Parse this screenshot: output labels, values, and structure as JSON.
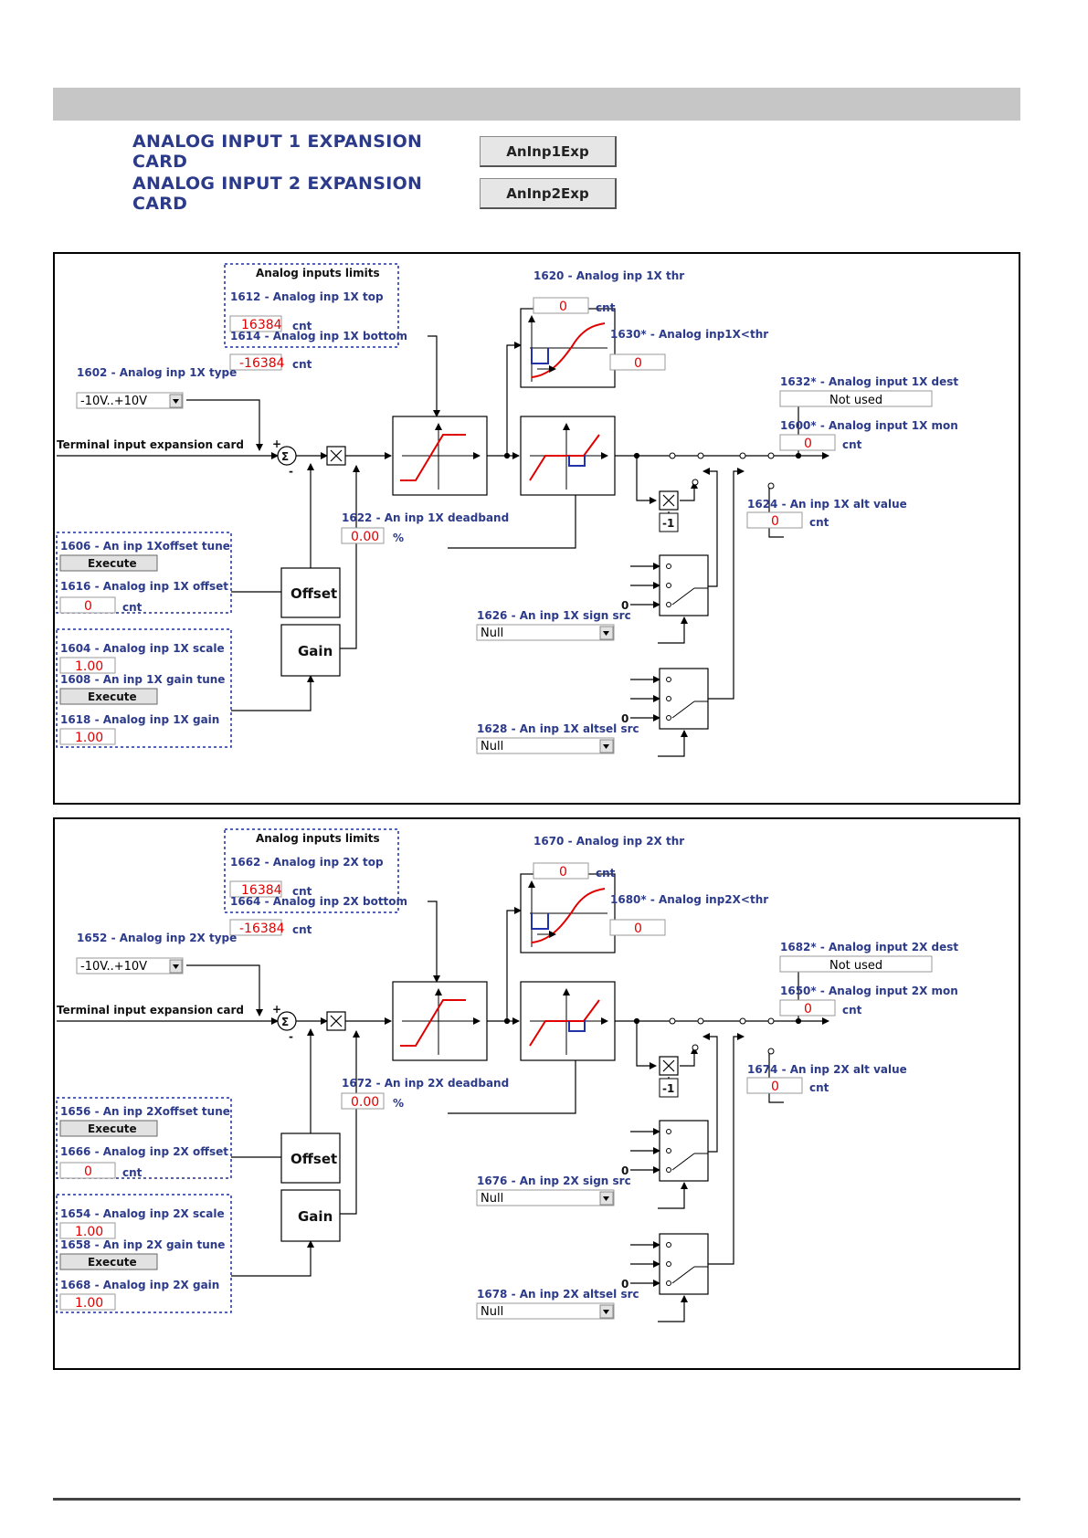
{
  "header": {
    "rows": [
      {
        "label": "ANALOG INPUT 1 EXPANSION CARD",
        "button": "AnInp1Exp"
      },
      {
        "label": "ANALOG INPUT 2 EXPANSION CARD",
        "button": "AnInp2Exp"
      }
    ]
  },
  "common": {
    "limits_title": "Analog inputs limits",
    "terminal_label": "Terminal input expansion card",
    "execute": "Execute",
    "offset_block": "Offset",
    "gain_block": "Gain",
    "neg_one": "-1",
    "sigma": "Σ",
    "plus": "+",
    "minus": "-",
    "zero": "0",
    "unit_cnt": "cnt",
    "unit_pct": "%",
    "colors": {
      "accent": "#2c3a8a",
      "value": "#e00000",
      "curve": "#e00000",
      "threshold": "#2233aa"
    }
  },
  "panels": [
    {
      "top_label": "1612 - Analog inp 1X top",
      "top_value": "16384",
      "bottom_label": "1614 - Analog inp 1X bottom",
      "bottom_value": "-16384",
      "type_label": "1602 - Analog inp 1X type",
      "type_value": "-10V..+10V",
      "thr_label": "1620 - Analog inp 1X thr",
      "thr_value": "0",
      "cmp_label": "1630* - Analog inp1X<thr",
      "cmp_value": "0",
      "dest_label": "1632* - Analog input 1X dest",
      "dest_value": "Not used",
      "mon_label": "1600* - Analog input 1X mon",
      "mon_value": "0",
      "alt_label": "1624 - An inp 1X alt value",
      "alt_value": "0",
      "deadband_label": "1622 - An inp 1X deadband",
      "deadband_value": "0.00",
      "offset_tune_label": "1606 - An inp 1Xoffset tune",
      "offset_label": "1616 - Analog inp 1X offset",
      "offset_value": "0",
      "scale_label": "1604 - Analog inp 1X scale",
      "scale_value": "1.00",
      "gain_tune_label": "1608 - An inp 1X gain tune",
      "gain_label": "1618 - Analog inp 1X gain",
      "gain_value": "1.00",
      "sign_label": "1626 - An inp 1X sign src",
      "sign_value": "Null",
      "altsel_label": "1628 - An inp 1X altsel src",
      "altsel_value": "Null"
    },
    {
      "top_label": "1662 - Analog inp 2X top",
      "top_value": "16384",
      "bottom_label": "1664 - Analog inp 2X bottom",
      "bottom_value": "-16384",
      "type_label": "1652 - Analog inp 2X type",
      "type_value": "-10V..+10V",
      "thr_label": "1670 - Analog inp 2X thr",
      "thr_value": "0",
      "cmp_label": "1680* - Analog inp2X<thr",
      "cmp_value": "0",
      "dest_label": "1682* - Analog input 2X dest",
      "dest_value": "Not used",
      "mon_label": "1650* - Analog input 2X mon",
      "mon_value": "0",
      "alt_label": "1674 - An inp 2X alt value",
      "alt_value": "0",
      "deadband_label": "1672 - An inp 2X deadband",
      "deadband_value": "0.00",
      "offset_tune_label": "1656 - An inp 2Xoffset tune",
      "offset_label": "1666 - Analog inp 2X offset",
      "offset_value": "0",
      "scale_label": "1654 - Analog inp 2X scale",
      "scale_value": "1.00",
      "gain_tune_label": "1658 - An inp 2X gain tune",
      "gain_label": "1668 - Analog inp 2X gain",
      "gain_value": "1.00",
      "sign_label": "1676 - An inp 2X sign src",
      "sign_value": "Null",
      "altsel_label": "1678 - An inp 2X altsel src",
      "altsel_value": "Null"
    }
  ]
}
